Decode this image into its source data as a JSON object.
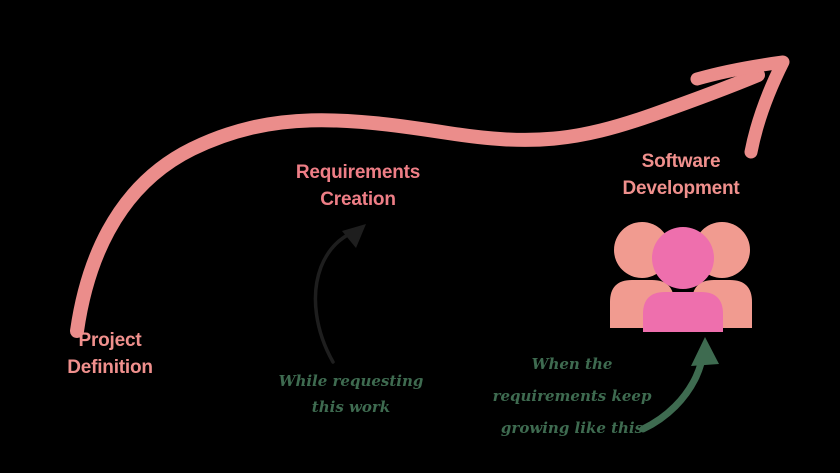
{
  "diagram": {
    "stages": [
      {
        "label": "Project\nDefinition"
      },
      {
        "label": "Requirements\nCreation"
      },
      {
        "label": "Software\nDevelopment"
      }
    ],
    "annotations": [
      {
        "text": "While requesting\nthis work"
      },
      {
        "text": "When the\nrequirements keep\ngrowing like this"
      }
    ],
    "team_icon": "team-icon"
  },
  "colors": {
    "background": "#000000",
    "curve": "#eb8d8b",
    "label": "#f0908d",
    "label-requirements": "#ee7e86",
    "person-center": "#ee6fad",
    "person-side": "#f19b90",
    "annotation": "#3e6b50",
    "sketch": "#1e1e1e"
  }
}
